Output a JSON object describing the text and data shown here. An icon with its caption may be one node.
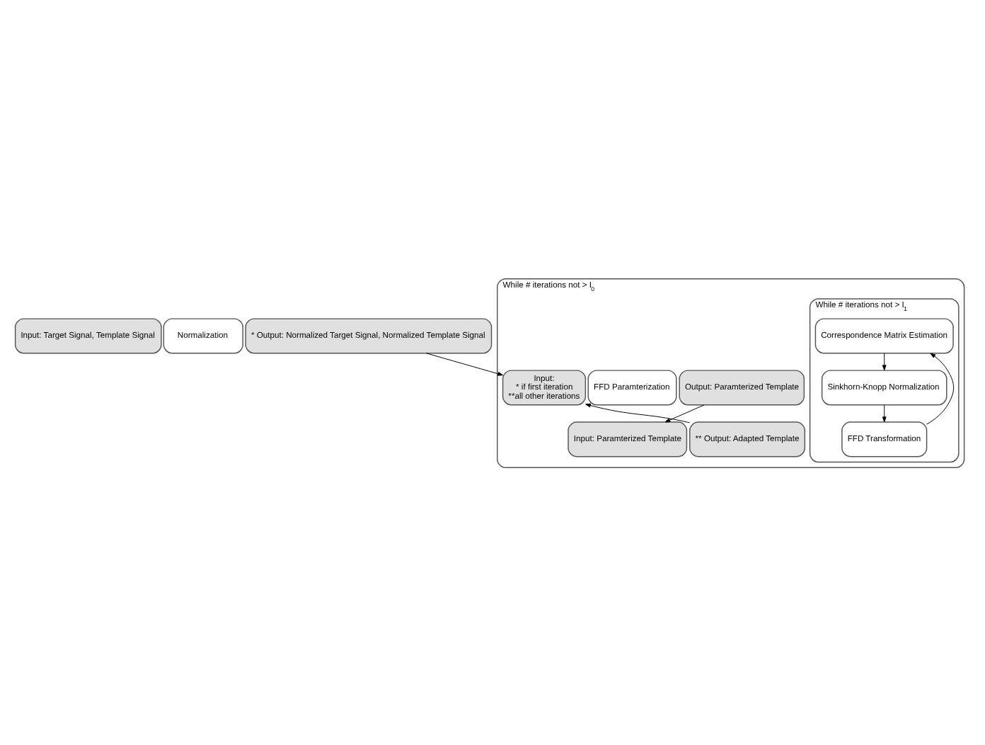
{
  "diagram": {
    "nodes": [
      {
        "text": [
          "Input: Target Signal, Template Signal"
        ]
      },
      {
        "text": [
          "Normalization"
        ]
      },
      {
        "text": [
          "* Output: Normalized Target Signal, Normalized Template Signal"
        ]
      },
      {
        "text": [
          "While # iterations not > I$_{0}$"
        ]
      },
      {
        "text": [
          "Input:",
          "* if first iteration",
          "**all other iterations"
        ],
        "in": 3
      },
      {
        "text": [
          "FFD Paramterization"
        ],
        "in": 3
      },
      {
        "text": [
          "Output: Paramterized Template"
        ],
        "in": 3
      },
      {
        "text": [
          "Input: Paramterized Template"
        ],
        "in": 3
      },
      {
        "text": [
          "While # iterations not > I$_{1}$"
        ],
        "in": 3
      },
      {
        "text": [
          "Correspondence Matrix Estimation"
        ],
        "in": 8
      },
      {
        "text": [
          "Sinkhorn-Knopp Normalization"
        ],
        "in": 8
      },
      {
        "text": [
          "FFD Transformation"
        ],
        "in": 8
      },
      {
        "text": [
          "** Output: Adapted Template"
        ],
        "in": 3
      }
    ],
    "edges": [
      {
        "from": 2,
        "to": 4,
        "arrow": "to"
      },
      {
        "from": 6,
        "to": 7,
        "arrow": "to"
      },
      {
        "from": 9,
        "to": 10,
        "arrow": "to"
      },
      {
        "from": 10,
        "to": 11,
        "arrow": "to"
      },
      {
        "from": 11,
        "to": 9,
        "arrow": "to"
      },
      {
        "from": 12,
        "to": 4,
        "arrow": "to"
      }
    ]
  }
}
